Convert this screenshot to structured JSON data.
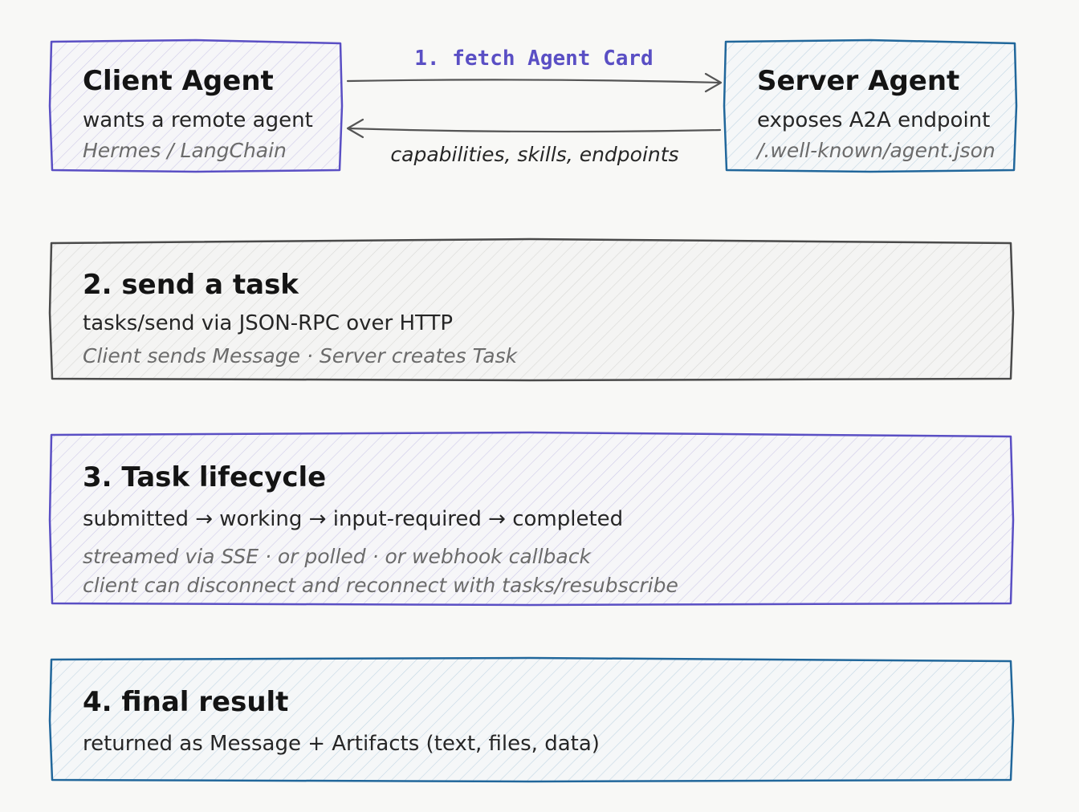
{
  "colors": {
    "background": "#f8f8f6",
    "purple": "#5a4fc4",
    "blue": "#21679b",
    "gray": "#4a4a4a"
  },
  "client_agent": {
    "title": "Client Agent",
    "line": "wants a remote agent",
    "note": "Hermes / LangChain"
  },
  "server_agent": {
    "title": "Server Agent",
    "line": "exposes A2A endpoint",
    "note": "/.well-known/agent.json"
  },
  "arrows": {
    "request_label": "1. fetch Agent Card",
    "response_label": "capabilities, skills, endpoints"
  },
  "step_send": {
    "title": "2. send a task",
    "line": "tasks/send via JSON-RPC over HTTP",
    "note": "Client sends Message · Server creates Task"
  },
  "step_lifecycle": {
    "title": "3. Task lifecycle",
    "line": "submitted → working → input-required → completed",
    "note_1": "streamed via SSE · or polled · or webhook callback",
    "note_2": "client can disconnect and reconnect with tasks/resubscribe"
  },
  "step_result": {
    "title": "4. final result",
    "line": "returned as Message + Artifacts (text, files, data)"
  }
}
